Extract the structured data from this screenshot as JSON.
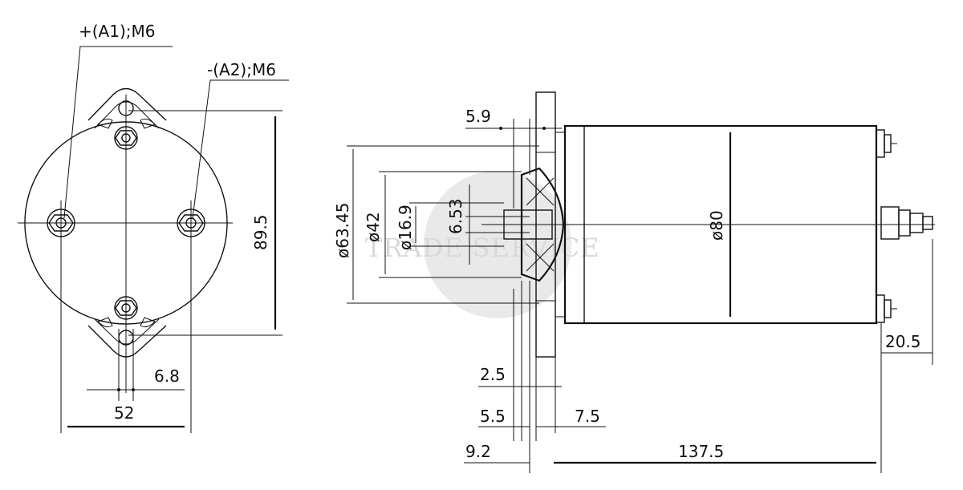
{
  "watermark": "TRADE SERVICE",
  "front_view": {
    "terminal_a1": "+(A1);M6",
    "terminal_a2": "-(A2);M6",
    "dim_height": "89.5",
    "dim_width": "52",
    "dim_hole": "6.8"
  },
  "side_view": {
    "dim_flange_top": "5.9",
    "dim_diam_outer": "ø63.45",
    "dim_diam_pilot": "ø42",
    "dim_diam_shaft": "ø16.9",
    "dim_key": "6.53",
    "dim_body_diam": "ø80",
    "dim_terminal": "20.5",
    "dim_2_5": "2.5",
    "dim_5_5": "5.5",
    "dim_7_5": "7.5",
    "dim_9_2": "9.2",
    "dim_length": "137.5"
  },
  "colors": {
    "line": "#111111",
    "watermark": "#d9d9d9"
  }
}
